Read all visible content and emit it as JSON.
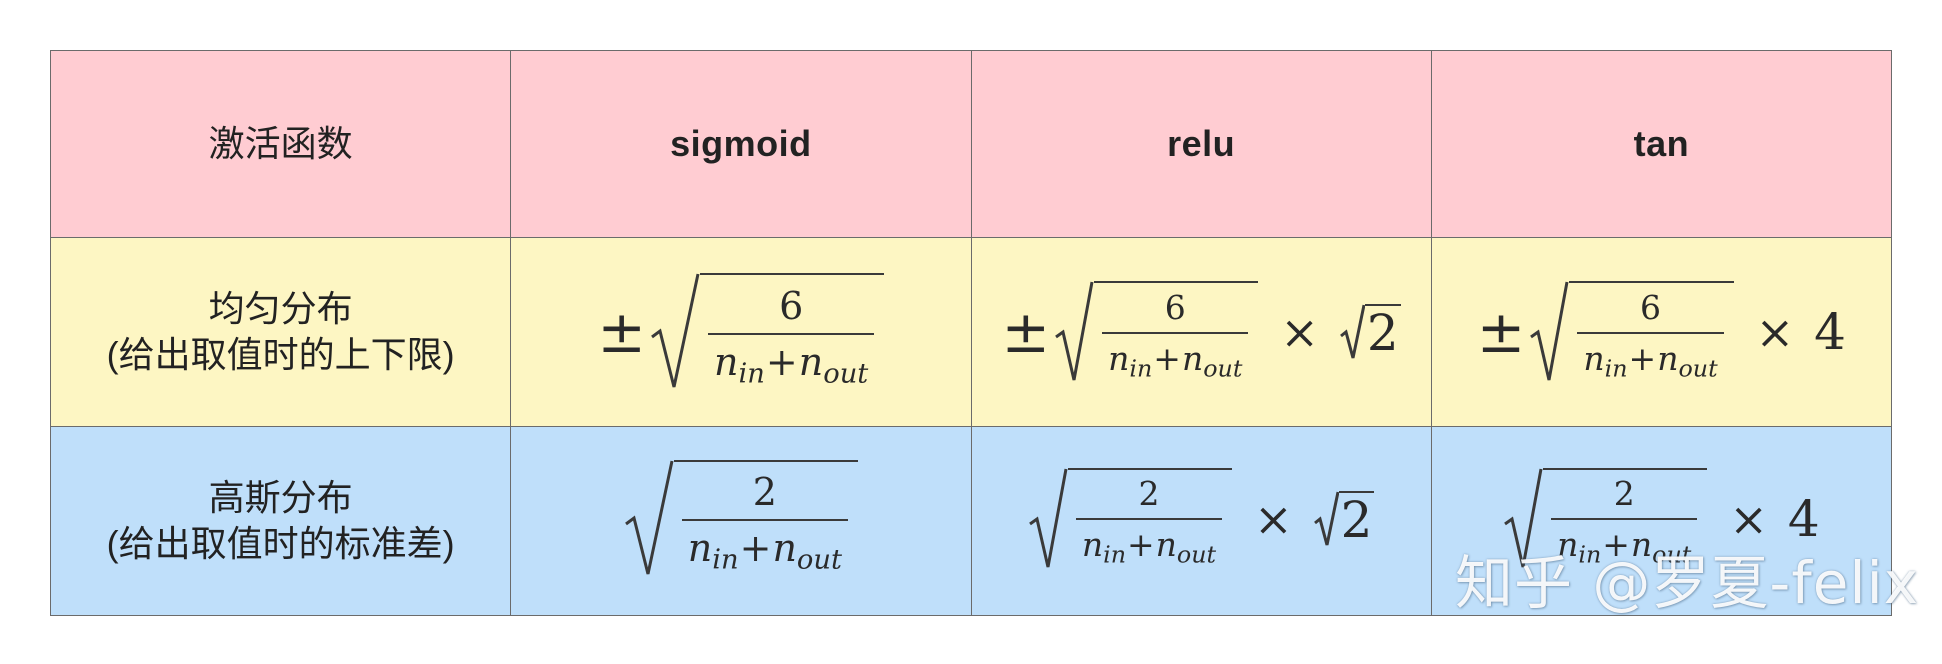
{
  "table": {
    "header": {
      "label": "激活函数",
      "columns": [
        "sigmoid",
        "relu",
        "tan"
      ]
    },
    "rows": [
      {
        "label_line1": "均匀分布",
        "label_line2": "(给出取值时的上下限)",
        "prefix": "±",
        "numerator": "6",
        "multipliers": [
          "",
          "√2",
          "4"
        ]
      },
      {
        "label_line1": "高斯分布",
        "label_line2": "(给出取值时的标准差)",
        "prefix": "",
        "numerator": "2",
        "multipliers": [
          "",
          "√2",
          "4"
        ]
      }
    ],
    "denominator": {
      "n": "n",
      "in": "in",
      "plus": "+",
      "out": "out"
    },
    "times_symbol": "×",
    "radical_two": "2"
  },
  "watermark": "知乎 @罗夏-felix",
  "colors": {
    "header_bg": "#ffccd2",
    "uniform_bg": "#fdf6c3",
    "gauss_bg": "#bfdffa",
    "border": "#6b6b6b"
  }
}
